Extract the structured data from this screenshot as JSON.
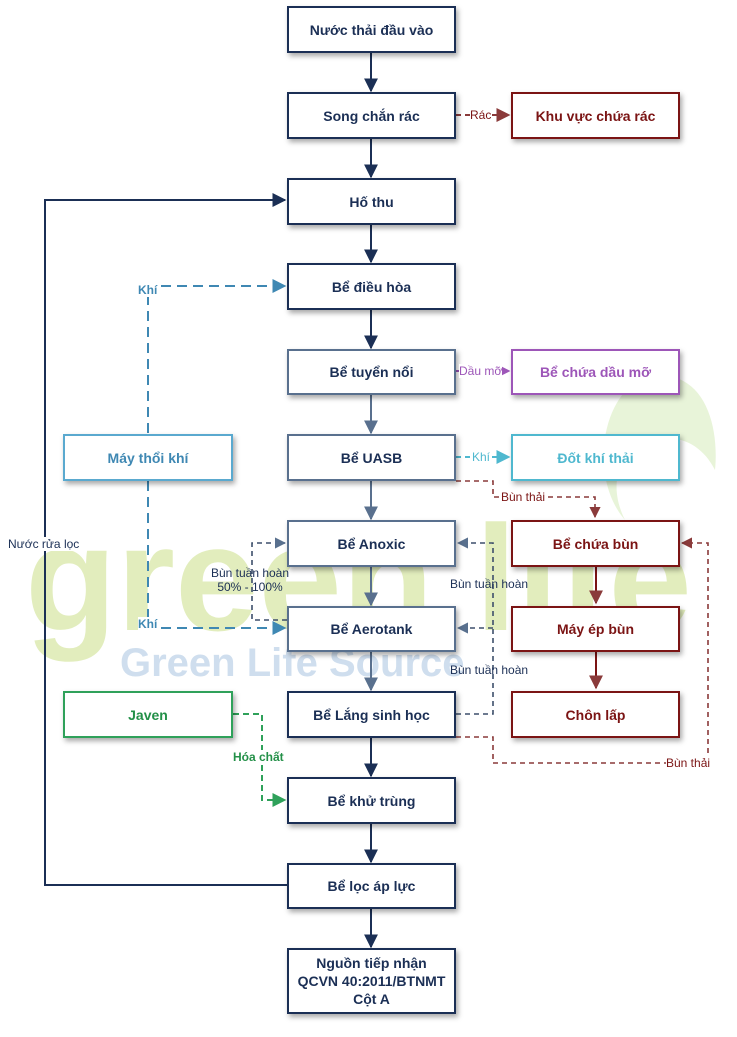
{
  "boxes": {
    "input": "Nước thải đầu vào",
    "screen": "Song chắn rác",
    "trash_area": "Khu vực chứa rác",
    "sump": "Hố thu",
    "equalization": "Bể điều hòa",
    "flotation": "Bể tuyển nổi",
    "grease_tank": "Bể chứa dầu mỡ",
    "uasb": "Bể UASB",
    "gas_burn": "Đốt khí thải",
    "blower": "Máy thổi khí",
    "anoxic": "Bể Anoxic",
    "sludge_tank": "Bể chứa bùn",
    "aerotank": "Bể Aerotank",
    "sludge_press": "Máy ép bùn",
    "javen": "Javen",
    "settling": "Bể Lắng sinh học",
    "landfill": "Chôn lấp",
    "disinfection": "Bể khử trùng",
    "pressure_filter": "Bể lọc áp lực",
    "receiver_line1": "Nguồn tiếp nhận",
    "receiver_line2": "QCVN  40:2011/BTNMT",
    "receiver_line3": "Cột A"
  },
  "labels": {
    "trash": "Rác",
    "oil": "Dầu mỡ",
    "gas": "Khí",
    "waste_sludge_top": "Bùn thải",
    "air_top": "Khí",
    "air_bottom": "Khí",
    "recirc_50_line1": "Bùn tuần hoàn",
    "recirc_50_line2": "50% - 100%",
    "recirc_right_1": "Bùn tuần hoàn",
    "recirc_right_2": "Bùn tuần hoàn",
    "chemical": "Hóa chất",
    "waste_sludge_bottom": "Bùn thải",
    "backwash": "Nước rửa lọc"
  },
  "watermark": {
    "logo": "green life",
    "brand": "Green  Life  Source"
  },
  "colors": {
    "navy": "#1b2f55",
    "dark_red": "#7b1414",
    "purple": "#9d56b8",
    "cyan": "#4fb8cf",
    "sky_blue": "#3f88b3",
    "green": "#239048"
  }
}
